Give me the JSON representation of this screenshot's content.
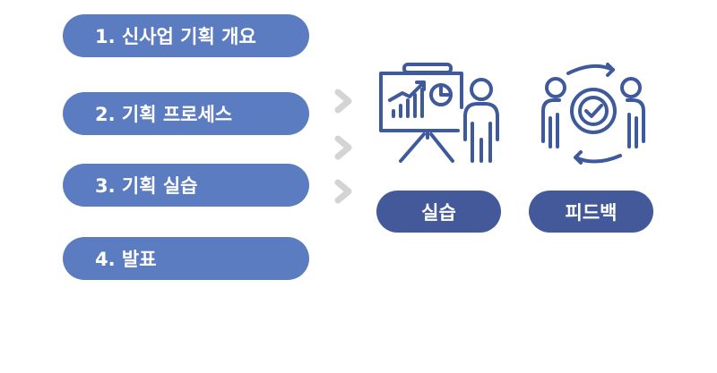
{
  "steps": [
    {
      "label": "1. 신사업 기획 개요"
    },
    {
      "label": "2. 기획 프로세스"
    },
    {
      "label": "3. 기획 실습"
    },
    {
      "label": "4. 발표"
    }
  ],
  "activities": [
    {
      "label": "실습",
      "icon": "presentation-chart-icon"
    },
    {
      "label": "피드백",
      "icon": "team-feedback-icon"
    }
  ],
  "colors": {
    "step_fill": "#5b7cc0",
    "pill_fill": "#43599a",
    "icon_stroke": "#3f5a9a",
    "chevron": "#d4d4d4"
  }
}
